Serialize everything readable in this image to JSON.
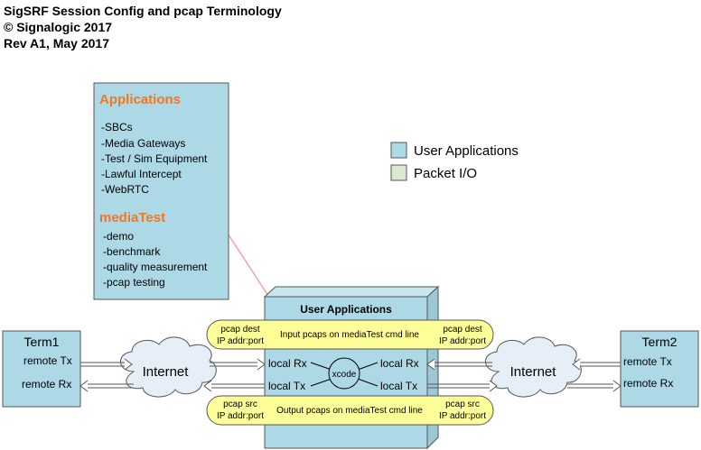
{
  "header": {
    "line1": "SigSRF Session Config and pcap Terminology",
    "line2": "© Signalogic 2017",
    "line3": "Rev A1, May 2017"
  },
  "colors": {
    "user_apps": "#add8e6",
    "packet_io": "#dce8cf",
    "ellipse": "#ffff99",
    "accent_orange": "#f07820",
    "box_stroke": "#555555",
    "connector": "#f4a0a8"
  },
  "applications_box": {
    "title": "Applications",
    "items": [
      "-SBCs",
      "-Media Gateways",
      "-Test / Sim Equipment",
      "-Lawful Intercept",
      "-WebRTC"
    ],
    "subtitle": "mediaTest",
    "sub_items": [
      "-demo",
      "-benchmark",
      "-quality measurement",
      "-pcap testing"
    ]
  },
  "legend": {
    "items": [
      {
        "label": "User Applications",
        "color": "#add8e6"
      },
      {
        "label": "Packet I/O",
        "color": "#dce8cf"
      }
    ]
  },
  "center_box": {
    "title": "User Applications",
    "input_left": [
      "pcap dest",
      "IP addr:port"
    ],
    "input_center": "Input pcaps on mediaTest cmd line",
    "input_right": [
      "pcap dest",
      "IP addr:port"
    ],
    "output_left": [
      "pcap src",
      "IP addr:port"
    ],
    "output_center": "Output pcaps on mediaTest cmd line",
    "output_right": [
      "pcap src",
      "IP addr:port"
    ],
    "local_rx": "local Rx",
    "local_tx": "local Tx",
    "xcode": "xcode"
  },
  "term1": {
    "title": "Term1",
    "tx": "remote Tx",
    "rx": "remote Rx"
  },
  "term2": {
    "title": "Term2",
    "tx": "remote Tx",
    "rx": "remote Rx"
  },
  "cloud_left": "Internet",
  "cloud_right": "Internet"
}
